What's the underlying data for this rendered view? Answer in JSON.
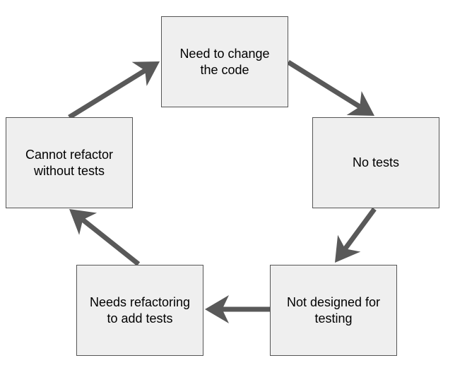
{
  "diagram": {
    "colors": {
      "box_fill": "#efefef",
      "box_border": "#555555",
      "arrow": "#595959",
      "text": "#000000"
    },
    "nodes": [
      {
        "id": "need-change",
        "label": "Need to change\nthe code"
      },
      {
        "id": "no-tests",
        "label": "No tests"
      },
      {
        "id": "not-designed",
        "label": "Not designed for\ntesting"
      },
      {
        "id": "needs-refactoring",
        "label": "Needs refactoring\nto add tests"
      },
      {
        "id": "cannot-refactor",
        "label": "Cannot refactor\nwithout tests"
      }
    ],
    "edges": [
      {
        "from": "need-change",
        "to": "no-tests"
      },
      {
        "from": "no-tests",
        "to": "not-designed"
      },
      {
        "from": "not-designed",
        "to": "needs-refactoring"
      },
      {
        "from": "needs-refactoring",
        "to": "cannot-refactor"
      },
      {
        "from": "cannot-refactor",
        "to": "need-change"
      }
    ]
  }
}
